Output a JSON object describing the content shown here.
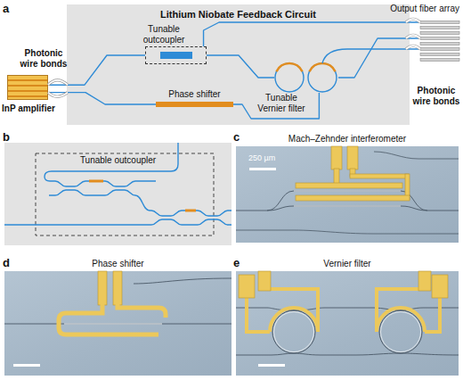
{
  "diagram": {
    "nodes": [
      {
        "text": [
          "Lithium Niobate Feedback Circuit"
        ]
      },
      {
        "text": [
          "InP amplifier"
        ]
      },
      {
        "text": [
          "Tunable outcoupler"
        ],
        "in": 0
      },
      {
        "text": [
          "Phase shifter"
        ],
        "in": 0
      },
      {
        "text": [
          "Tunable Vernier filter"
        ],
        "in": 0
      },
      {
        "text": [
          "Output fiber array"
        ]
      },
      {
        "text": [
          "Tunable outcoupler"
        ]
      },
      {
        "text": [
          "Mach–Zehnder interferometer",
          "250 µm"
        ]
      },
      {
        "text": [
          "Phase shifter"
        ]
      },
      {
        "text": [
          "Vernier filter"
        ]
      }
    ],
    "edges": [
      {
        "from": 1,
        "to": 2,
        "arrow": "none"
      },
      {
        "from": 2,
        "to": 4,
        "arrow": "none"
      },
      {
        "from": 4,
        "to": 3,
        "arrow": "none"
      },
      {
        "from": 3,
        "to": 1,
        "arrow": "none"
      },
      {
        "from": 2,
        "to": 5,
        "arrow": "none"
      },
      {
        "from": 4,
        "to": 5,
        "arrow": "none"
      }
    ],
    "labels": [
      "a",
      "Photonic wire bonds",
      "Photonic wire bonds",
      "b",
      "c",
      "d",
      "e"
    ]
  }
}
